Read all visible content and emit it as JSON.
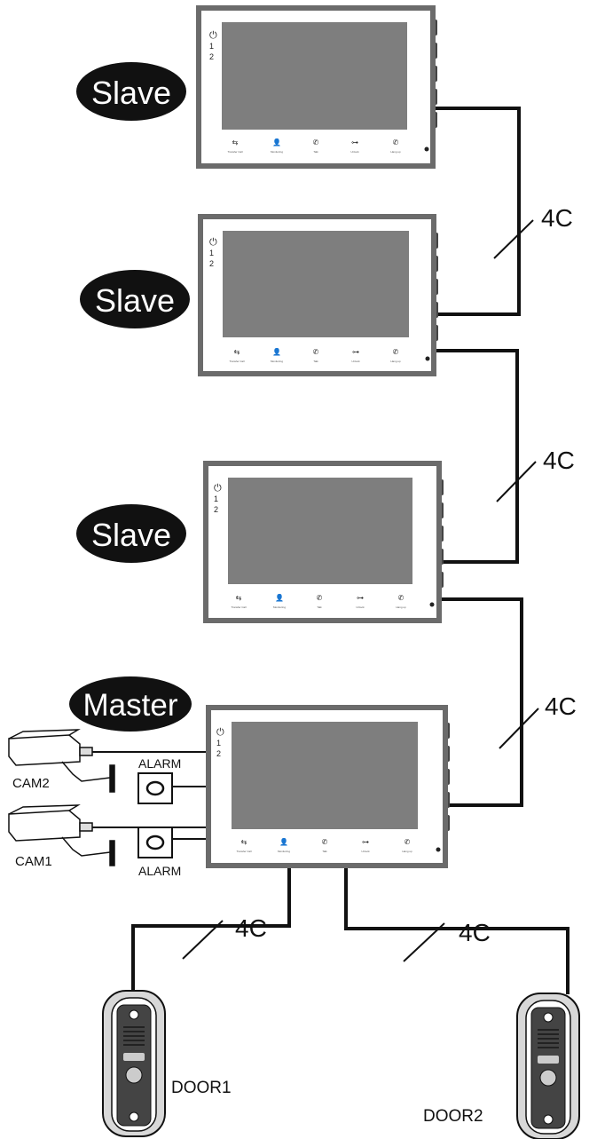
{
  "monitors": [
    {
      "role": "Slave",
      "side_labels": [
        "1",
        "2"
      ],
      "buttons": [
        "Transfer Call",
        "Monitoring",
        "Talk",
        "Unlock",
        "Hang up"
      ]
    },
    {
      "role": "Slave",
      "side_labels": [
        "1",
        "2"
      ],
      "buttons": [
        "Transfer Call",
        "Monitoring",
        "Talk",
        "Unlock",
        "Hang up"
      ]
    },
    {
      "role": "Slave",
      "side_labels": [
        "1",
        "2"
      ],
      "buttons": [
        "Transfer Call",
        "Monitoring",
        "Talk",
        "Unlock",
        "Hang up"
      ]
    },
    {
      "role": "Master",
      "side_labels": [
        "1",
        "2"
      ],
      "buttons": [
        "Transfer Call",
        "Monitoring",
        "Talk",
        "Unlock",
        "Hang up"
      ]
    }
  ],
  "cable_label": "4C",
  "cameras": [
    "CAM2",
    "CAM1"
  ],
  "alarms": [
    "ALARM",
    "ALARM"
  ],
  "doors": [
    "DOOR1",
    "DOOR2"
  ],
  "colors": {
    "monitor_frame": "#6b6b6b",
    "screen": "#7e7e7e",
    "badge": "#111111",
    "wire": "#111111"
  }
}
